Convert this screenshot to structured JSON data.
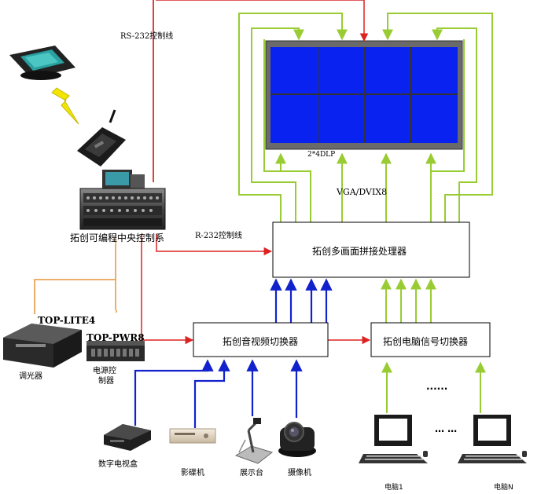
{
  "colors": {
    "red": "#dd2222",
    "green": "#99cc33",
    "blue": "#1122cc",
    "orange": "#e8943a",
    "screen": "#0a22f0",
    "bezel": "#555555"
  },
  "labels": {
    "rs232": "RS-232控制线",
    "r232": "R-232控制线",
    "dlp": "2*4DLP",
    "vga": "VGA/DVIX8",
    "controller": "拓创可编程中央控制系",
    "top_lite": "TOP-LITE4",
    "top_pwr": "TOP-PWR8",
    "dimmer": "调光器",
    "power_ctrl_1": "电源控",
    "power_ctrl_2": "制器",
    "dtv_box": "数字电视盒",
    "dvd": "影碟机",
    "presenter": "展示台",
    "camera": "摄像机",
    "pc1": "电脑1",
    "pcn": "电脑N",
    "dots_top": "......",
    "dots_bottom": "… …"
  },
  "boxes": {
    "processor": "拓创多画面拼接处理器",
    "av_switch": "拓创音视频切换器",
    "pc_switch": "拓创电脑信号切换器"
  },
  "icons": {
    "touchpanel": "touch-panel-icon",
    "wireless": "lightning-icon",
    "transmitter": "wireless-transmitter-icon",
    "controller": "central-controller-icon",
    "dimmer": "dimmer-device-icon",
    "power": "power-controller-icon",
    "dtv": "set-top-box-icon",
    "dvd": "dvd-player-icon",
    "presenter": "document-camera-icon",
    "camera": "ptz-camera-icon",
    "pc": "computer-icon"
  }
}
